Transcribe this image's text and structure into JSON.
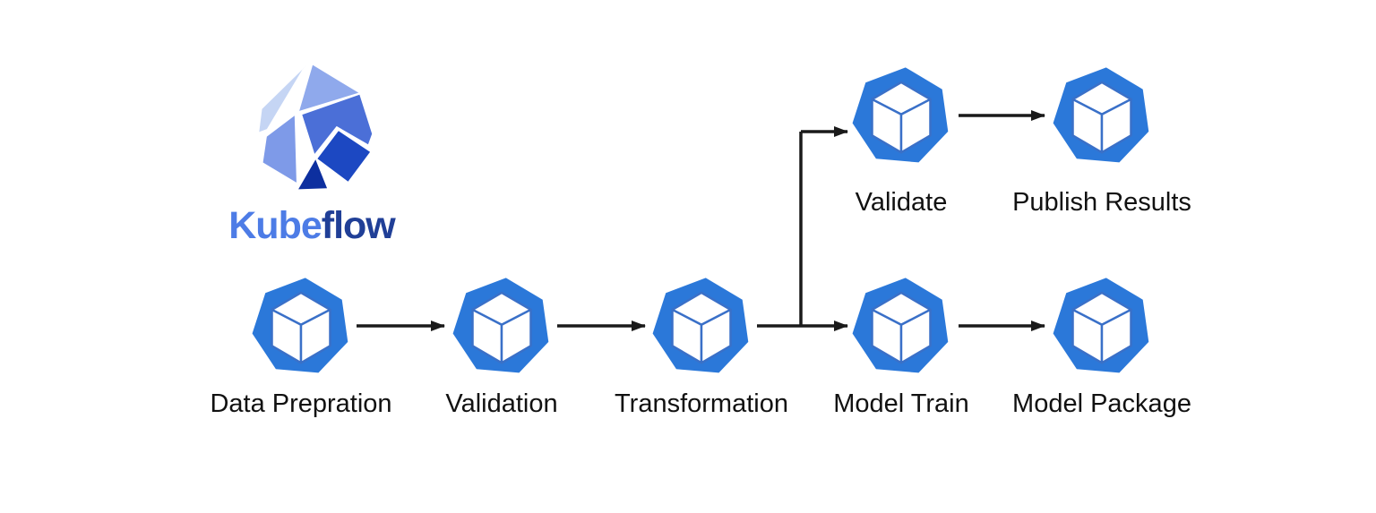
{
  "page": {
    "title": "Kubeflow pipeline diagram",
    "background": "#ffffff"
  },
  "logo": {
    "text_primary": "Kube",
    "text_secondary": "flow",
    "colors": {
      "text_primary": "#4d7ce6",
      "text_secondary": "#203f97",
      "facet_sliver": "#c5d5f4",
      "facet_top": "#8fa9ec",
      "facet_left": "#7e9ae8",
      "facet_center": "#4b6fd7",
      "facet_square": "#1c48c2",
      "facet_dark_triangle": "#0d2f9f"
    }
  },
  "diagram": {
    "node_fill_color": "#2b78d9",
    "cube_edge_color": "#3a70c8",
    "arrow_color": "#1a1a1a",
    "label_color": "#111111",
    "nodes": [
      {
        "id": "data-preparation",
        "label": "Data Prepration",
        "row": "bottom"
      },
      {
        "id": "validation",
        "label": "Validation",
        "row": "bottom"
      },
      {
        "id": "transformation",
        "label": "Transformation",
        "row": "bottom"
      },
      {
        "id": "model-train",
        "label": "Model Train",
        "row": "bottom"
      },
      {
        "id": "model-package",
        "label": "Model Package",
        "row": "bottom"
      },
      {
        "id": "validate",
        "label": "Validate",
        "row": "top"
      },
      {
        "id": "publish-results",
        "label": "Publish Results",
        "row": "top"
      }
    ],
    "edges": [
      {
        "from": "data-preparation",
        "to": "validation"
      },
      {
        "from": "validation",
        "to": "transformation"
      },
      {
        "from": "transformation",
        "to": "model-train"
      },
      {
        "from": "transformation",
        "to": "validate"
      },
      {
        "from": "validate",
        "to": "publish-results"
      },
      {
        "from": "model-train",
        "to": "model-package"
      }
    ]
  }
}
